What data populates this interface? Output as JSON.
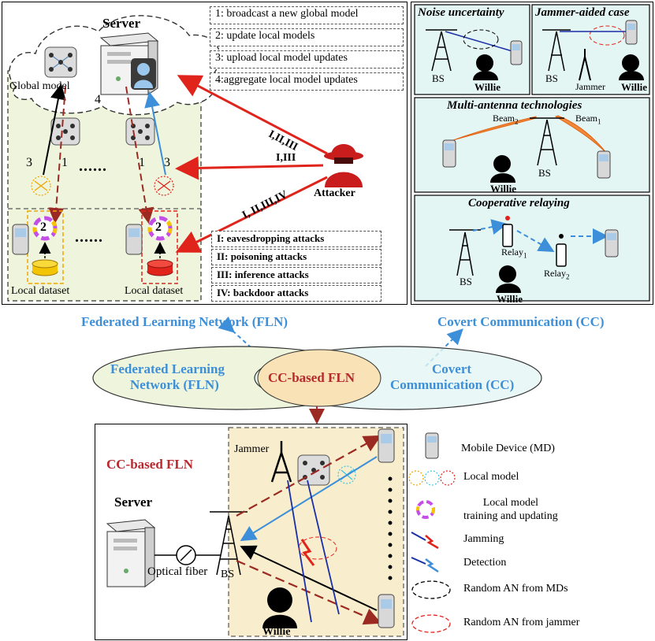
{
  "fln_panel": {
    "server_label": "Server",
    "global_model_label": "Global model",
    "local_dataset_left": "Local dataset",
    "local_dataset_right": "Local dataset",
    "attacker_label": "Attacker",
    "step_labels": {
      "s1a": "1",
      "s1b": "1",
      "s2a": "2",
      "s2b": "2",
      "s3a": "3",
      "s3b": "3",
      "s4": "4"
    },
    "dots": "......",
    "steps": [
      "1: broadcast a new global model",
      "2: update local models",
      "3: upload local model updates",
      "4:aggregate local model updates"
    ],
    "attack_paths": [
      "I,II,III",
      "I,III",
      "I, II,III,IV"
    ],
    "attacks": [
      "I: eavesdropping  attacks",
      "II: poisoning attacks",
      "III: inference attacks",
      "IV: backdoor attacks"
    ],
    "caption": "Federated Learning Network (FLN)"
  },
  "cc_panel": {
    "noise_title": "Noise uncertainty",
    "jammer_title": "Jammer-aided case",
    "multi_title": "Multi-antenna technologies",
    "coop_title": "Cooperative relaying",
    "bs": "BS",
    "willie": "Willie",
    "jammer": "Jammer",
    "beam2": "Beam",
    "beam2_sub": "2",
    "beam1": "Beam",
    "beam1_sub": "1",
    "relay1": "Relay",
    "relay1_sub": "1",
    "relay2": "Relay",
    "relay2_sub": "2",
    "caption": "Covert  Communication (CC)"
  },
  "venn": {
    "left": [
      "Federated Learning",
      "Network (FLN)"
    ],
    "center": "CC-based FLN",
    "right": [
      "Covert",
      "Communication (CC)"
    ]
  },
  "bottom_panel": {
    "title": "CC-based FLN",
    "server_label": "Server",
    "fiber_label": "Optical fiber",
    "bs_label": "BS",
    "jammer_label": "Jammer",
    "willie_label": "Willie"
  },
  "legend": [
    {
      "icon": "mobile-device-icon",
      "label": "Mobile Device (MD)"
    },
    {
      "icon": "local-model-icon",
      "label": "Local model"
    },
    {
      "icon": "training-ring-icon",
      "label": "Local model\ntraining and updating"
    },
    {
      "icon": "jamming-icon",
      "label": "Jamming"
    },
    {
      "icon": "detection-icon",
      "label": "Detection"
    },
    {
      "icon": "black-ellipse-icon",
      "label": "Random AN from MDs"
    },
    {
      "icon": "red-ellipse-icon",
      "label": "Random AN from jammer"
    }
  ],
  "colors": {
    "attack_red": "#e0241b",
    "link_blue": "#3c8fd8",
    "dark_red": "#9b2b22",
    "green_bg": "#eef5dc",
    "cyan_bg": "#e4f6f4",
    "cream_bg": "#f8edcc"
  }
}
